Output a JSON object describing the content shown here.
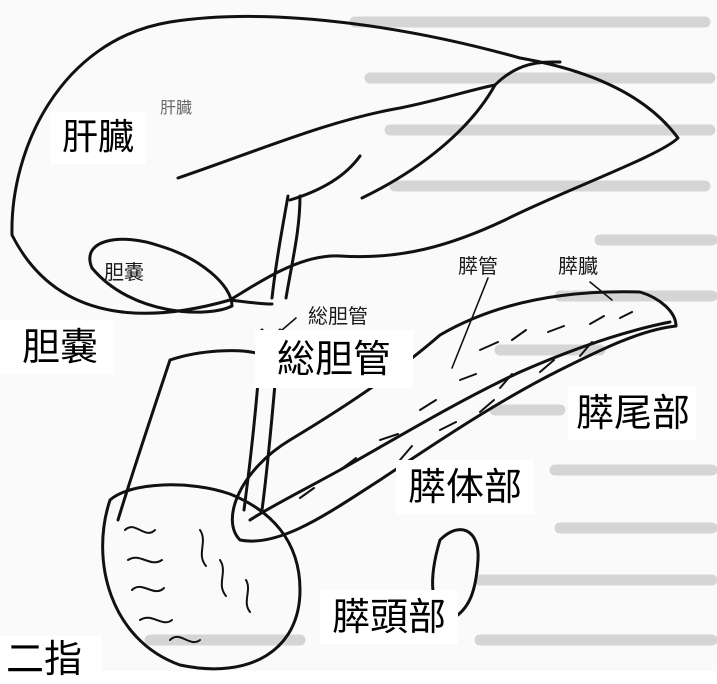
{
  "diagram": {
    "callouts": {
      "liver": "肝臓",
      "gallbladder": "胆嚢",
      "common_bile_duct": "総胆管",
      "pancreas_tail": "膵尾部",
      "pancreas_body": "膵体部",
      "pancreas_head": "膵頭部",
      "duodenum": "二指"
    },
    "figure_labels": {
      "liver": "肝臓",
      "gallbladder": "胆嚢",
      "common_bile_duct": "総胆管",
      "pancreatic_duct": "膵管",
      "pancreas": "膵臓"
    }
  }
}
